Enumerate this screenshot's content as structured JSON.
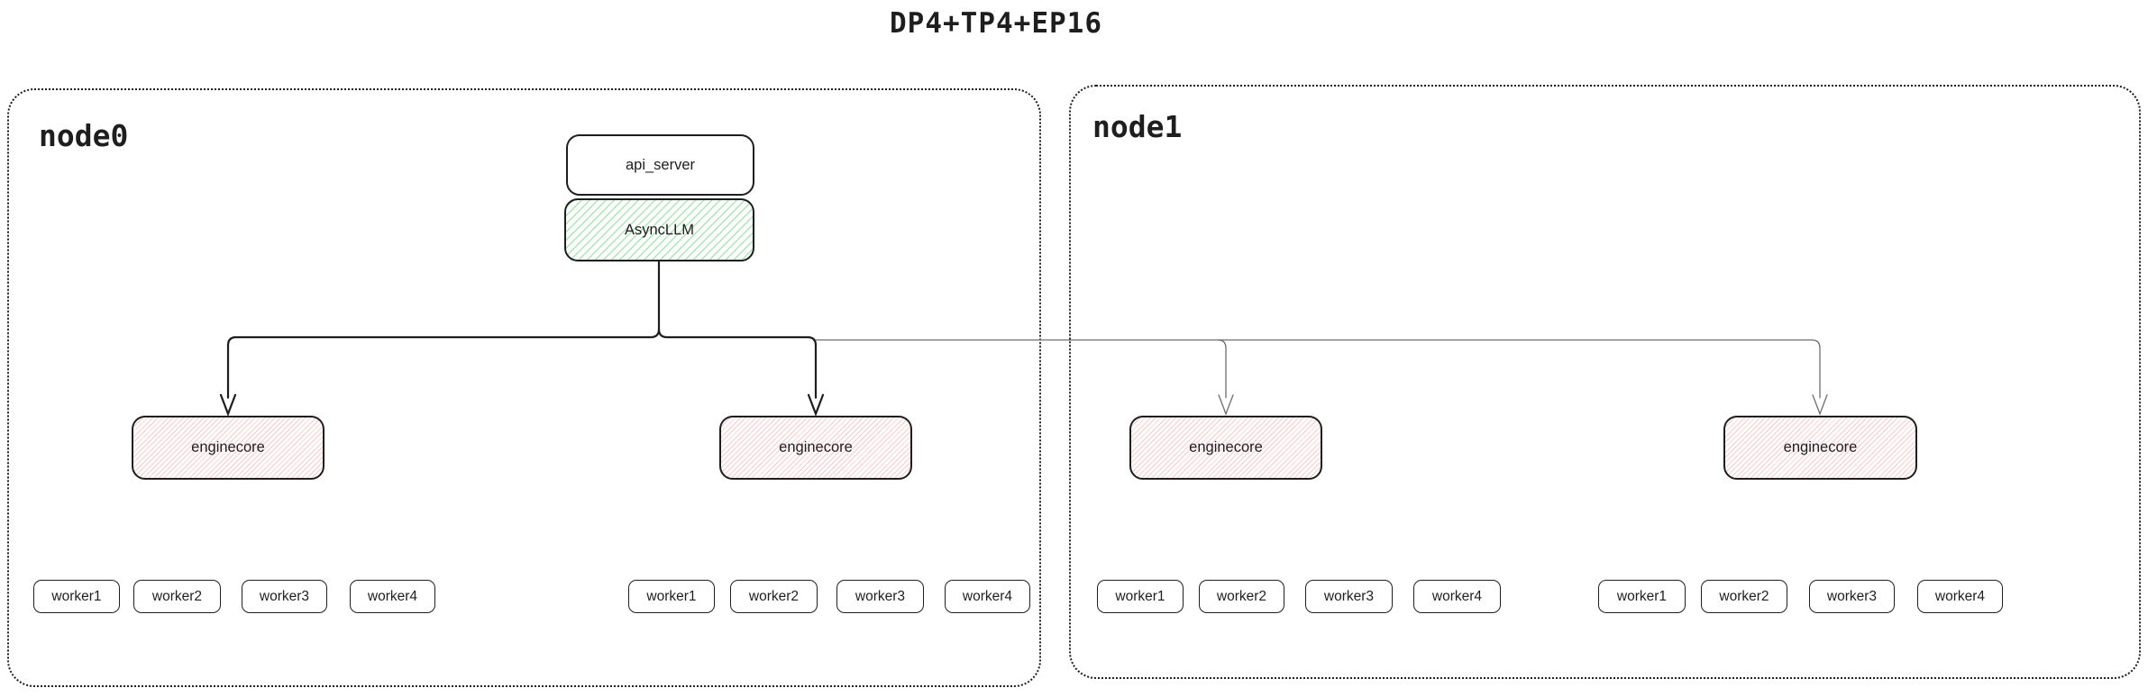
{
  "title": "DP4+TP4+EP16",
  "colors": {
    "ink": "#1e1e1e",
    "green_hatch": "#a9e8b3",
    "red_hatch": "#ffc9c9",
    "thin_connector": "#6e6e6e",
    "background": "#ffffff"
  },
  "nodes": {
    "node0": {
      "label": "node0"
    },
    "node1": {
      "label": "node1"
    }
  },
  "boxes": {
    "api_server": {
      "label": "api_server"
    },
    "async_llm": {
      "label": "AsyncLLM"
    }
  },
  "enginecores": {
    "labels": [
      "enginecore",
      "enginecore",
      "enginecore",
      "enginecore"
    ]
  },
  "worker_groups": [
    [
      "worker1",
      "worker2",
      "worker3",
      "worker4"
    ],
    [
      "worker1",
      "worker2",
      "worker3",
      "worker4"
    ],
    [
      "worker1",
      "worker2",
      "worker3",
      "worker4"
    ],
    [
      "worker1",
      "worker2",
      "worker3",
      "worker4"
    ]
  ]
}
